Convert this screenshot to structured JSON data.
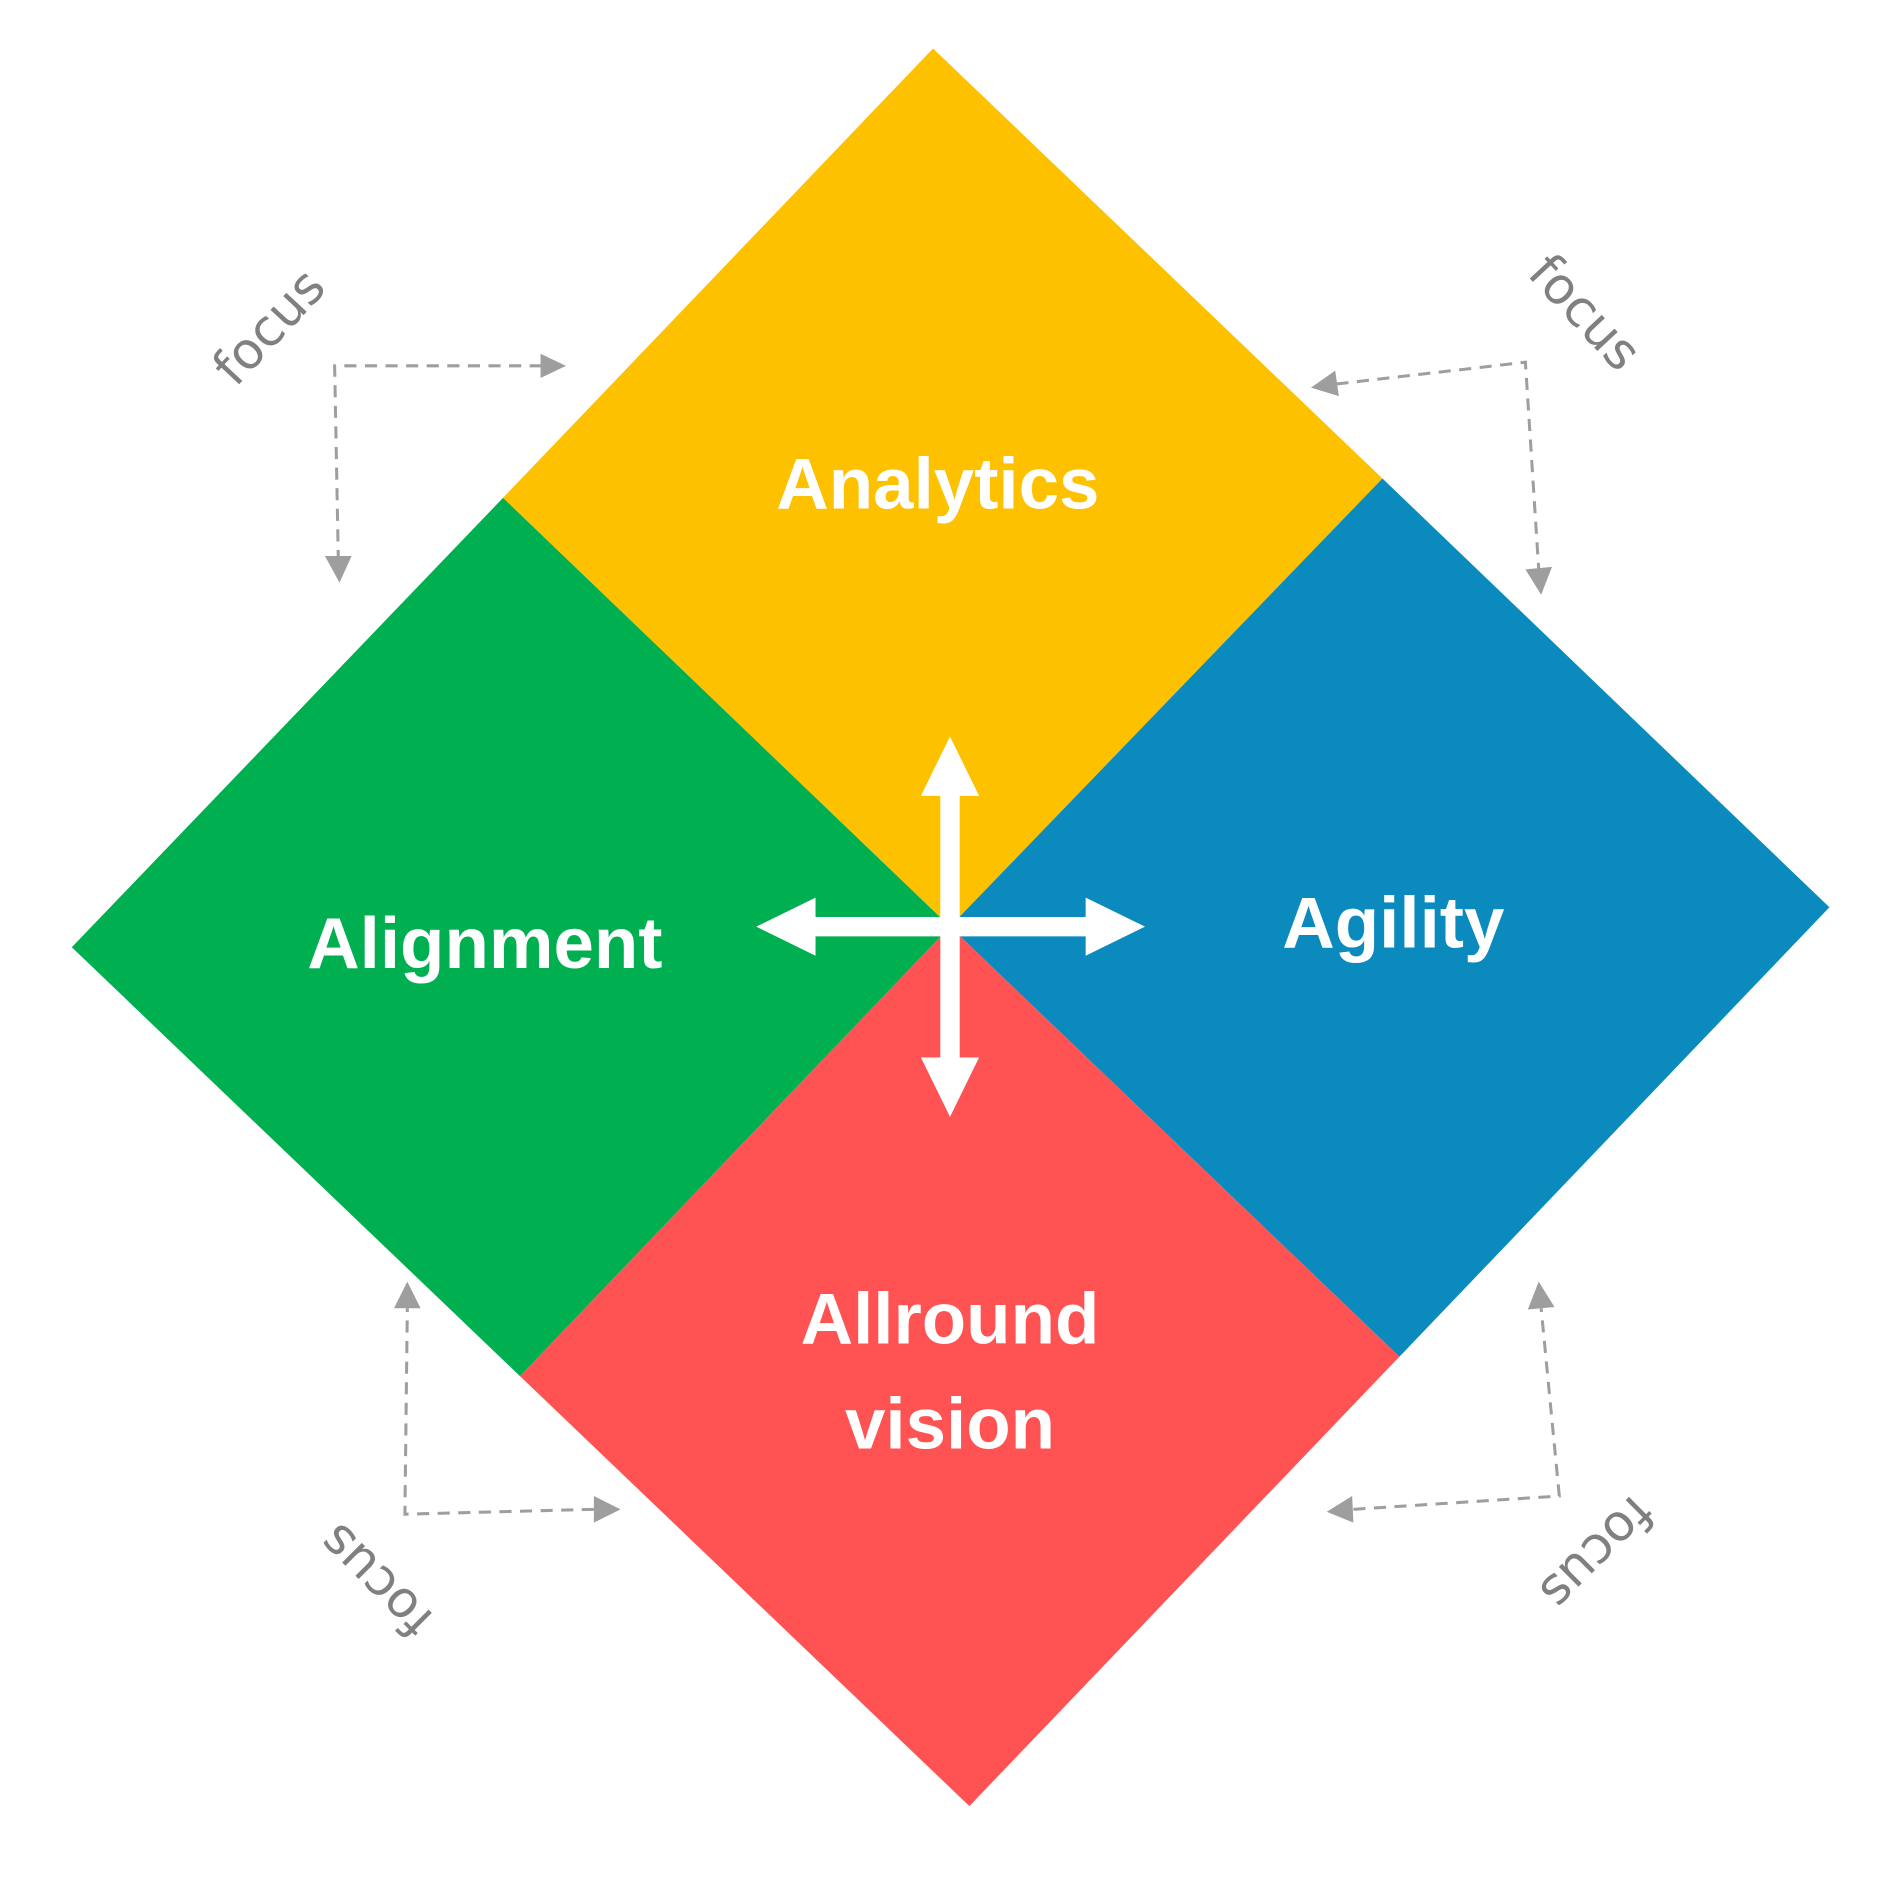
{
  "quadrants": [
    {
      "id": "analytics",
      "label": "Analytics",
      "color": "#FDC100"
    },
    {
      "id": "agility",
      "label": "Agility",
      "color": "#0A8ABD"
    },
    {
      "id": "allround",
      "label_line1": "Allround",
      "label_line2": "vision",
      "color": "#FF5353"
    },
    {
      "id": "alignment",
      "label": "Alignment",
      "color": "#00AF50"
    }
  ],
  "focus_labels": [
    "focus",
    "focus",
    "focus",
    "focus"
  ],
  "arrow_color": "#FFFFFF",
  "dash_color": "#9E9E9E"
}
